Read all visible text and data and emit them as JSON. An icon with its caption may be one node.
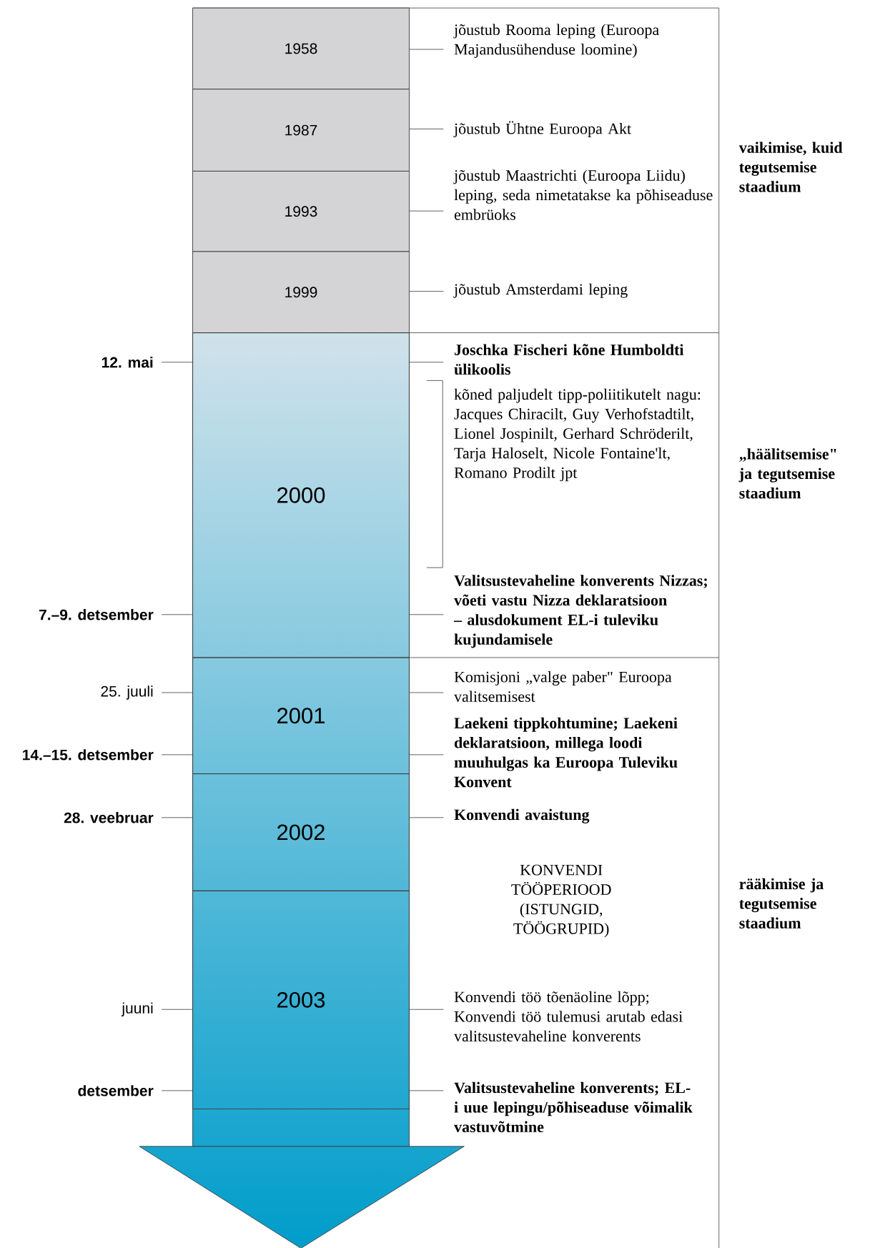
{
  "diagram": {
    "nodes": [
      {
        "text": [
          "1958"
        ]
      },
      {
        "text": [
          "1987"
        ]
      },
      {
        "text": [
          "1993"
        ]
      },
      {
        "text": [
          "1999"
        ]
      },
      {
        "text": [
          "2000"
        ]
      },
      {
        "text": [
          "2001"
        ]
      },
      {
        "text": [
          "2002"
        ]
      },
      {
        "text": [
          "2003"
        ]
      },
      {
        "text": [
          "jõustub Rooma leping (Euroopa Majandusühenduse loomine)"
        ]
      },
      {
        "text": [
          "jõustub Ühtne Euroopa Akt"
        ]
      },
      {
        "text": [
          "jõustub Maastrichti (Euroopa Liidu) leping, seda nimetatakse ka põhiseaduse embrüoks"
        ]
      },
      {
        "text": [
          "jõustub Amsterdami leping"
        ]
      },
      {
        "text": [
          "Joschka Fischeri kõne Humboldti ülikoolis"
        ]
      },
      {
        "text": [
          "Valitsustevaheline konverents Nizzas; võeti vastu Nizza deklaratsioon – alusdokument EL-i tuleviku kujundamisele"
        ]
      },
      {
        "text": [
          "Komisjoni „valge paber\" Euroopa valitsemisest"
        ]
      },
      {
        "text": [
          "Laekeni tippkohtumine; Laekeni deklaratsioon, millega loodi muuhulgas ka Euroopa Tuleviku Konvent"
        ]
      },
      {
        "text": [
          "Konvendi avaistung"
        ]
      },
      {
        "text": [
          "Konvendi töö tõenäoline lõpp; Konvendi töö tulemusi arutab edasi valitsustevaheline konverents"
        ]
      },
      {
        "text": [
          "Valitsustevaheline konverents; EL-i uue lepingu/põhiseaduse võimalik vastuvõtmine"
        ]
      },
      {
        "text": [
          "12. mai"
        ]
      },
      {
        "text": [
          "7.–9. detsember"
        ]
      },
      {
        "text": [
          "25. juuli"
        ]
      },
      {
        "text": [
          "14.–15. detsember"
        ]
      },
      {
        "text": [
          "28. veebruar"
        ]
      },
      {
        "text": [
          "juuni"
        ]
      },
      {
        "text": [
          "detsember"
        ]
      }
    ],
    "edges": [
      {
        "from": 8,
        "to": 0,
        "arrow": "none"
      },
      {
        "from": 9,
        "to": 1,
        "arrow": "none"
      },
      {
        "from": 10,
        "to": 2,
        "arrow": "none"
      },
      {
        "from": 11,
        "to": 3,
        "arrow": "none"
      },
      {
        "from": 12,
        "to": 4,
        "arrow": "none"
      },
      {
        "from": 13,
        "to": 4,
        "arrow": "none"
      },
      {
        "from": 14,
        "to": 5,
        "arrow": "none"
      },
      {
        "from": 15,
        "to": 5,
        "arrow": "none"
      },
      {
        "from": 16,
        "to": 6,
        "arrow": "none"
      },
      {
        "from": 17,
        "to": 7,
        "arrow": "none"
      },
      {
        "from": 18,
        "to": 7,
        "arrow": "none"
      },
      {
        "from": 19,
        "to": 4,
        "arrow": "none"
      },
      {
        "from": 20,
        "to": 4,
        "arrow": "none"
      },
      {
        "from": 21,
        "to": 5,
        "arrow": "none"
      },
      {
        "from": 22,
        "to": 5,
        "arrow": "none"
      },
      {
        "from": 23,
        "to": 6,
        "arrow": "none"
      },
      {
        "from": 24,
        "to": 7,
        "arrow": "none"
      },
      {
        "from": 25,
        "to": 7,
        "arrow": "none"
      }
    ],
    "labels": [
      "vaikimise, kuid tegutsemise staadium",
      "kõned paljudelt tipp-poliitikutelt nagu: Jacques Chiracilt, Guy Verhofstadtilt, Lionel Jospinilt, Gerhard Schröderilt, Tarja Haloselt, Nicole Fontaine'lt, Romano Prodilt jpt",
      "„häälitsemise\" ja tegutsemise staadium",
      "KONVENDI TÖÖPERIOOD (ISTUNGID, TÖÖGRUPID)",
      "rääkimise ja tegutsemise staadium"
    ]
  }
}
